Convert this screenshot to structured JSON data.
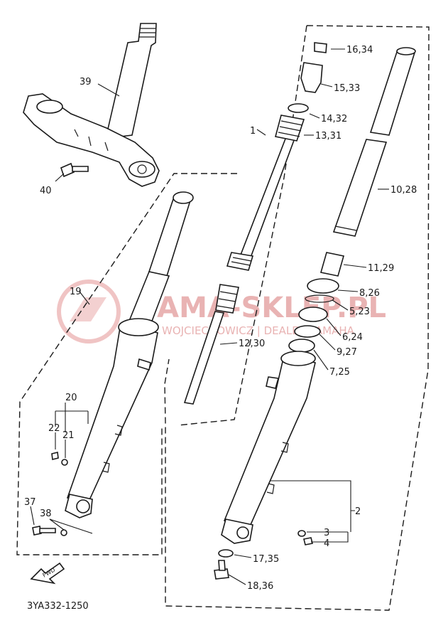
{
  "drawing_code": "3YA332-1250",
  "fwd_label": "FWD",
  "watermark": {
    "brand": "YAMA-SKLEP.PL",
    "sub": "WOJCIECHOWICZ | DEALER YAMAHA"
  },
  "callouts": [
    {
      "id": "1",
      "text": "1"
    },
    {
      "id": "2",
      "text": "2"
    },
    {
      "id": "3",
      "text": "3"
    },
    {
      "id": "4",
      "text": "4"
    },
    {
      "id": "5_23",
      "text": "5,23"
    },
    {
      "id": "6_24",
      "text": "6,24"
    },
    {
      "id": "7_25",
      "text": "7,25"
    },
    {
      "id": "8_26",
      "text": "8,26"
    },
    {
      "id": "9_27",
      "text": "9,27"
    },
    {
      "id": "10_28",
      "text": "10,28"
    },
    {
      "id": "11_29",
      "text": "11,29"
    },
    {
      "id": "12_30",
      "text": "12,30"
    },
    {
      "id": "13_31",
      "text": "13,31"
    },
    {
      "id": "14_32",
      "text": "14,32"
    },
    {
      "id": "15_33",
      "text": "15,33"
    },
    {
      "id": "16_34",
      "text": "16,34"
    },
    {
      "id": "17_35",
      "text": "17,35"
    },
    {
      "id": "18_36",
      "text": "18,36"
    },
    {
      "id": "19",
      "text": "19"
    },
    {
      "id": "20",
      "text": "20"
    },
    {
      "id": "21",
      "text": "21"
    },
    {
      "id": "22",
      "text": "22"
    },
    {
      "id": "37",
      "text": "37"
    },
    {
      "id": "38",
      "text": "38"
    },
    {
      "id": "39",
      "text": "39"
    },
    {
      "id": "40",
      "text": "40"
    }
  ]
}
